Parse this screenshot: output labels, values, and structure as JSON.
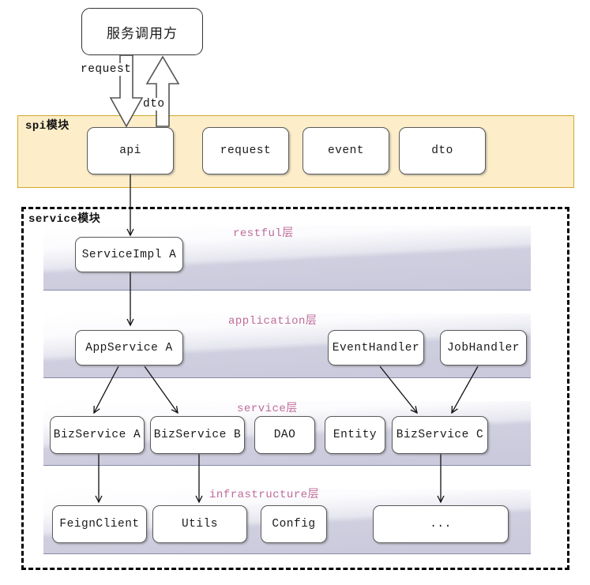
{
  "diagram": {
    "title": "服务调用方 / spi模块 / service模块 分层架构图",
    "accent_yellow": "#fdeec9",
    "accent_yellow_border": "#d3a72c",
    "band_color": "#cbcbdd",
    "layer_label_color": "#c06a9a"
  },
  "caller": {
    "label": "服务调用方"
  },
  "edges": {
    "request": "request",
    "dto": "dto"
  },
  "spi": {
    "title": "spi模块",
    "boxes": [
      {
        "label": "api"
      },
      {
        "label": "request"
      },
      {
        "label": "event"
      },
      {
        "label": "dto"
      }
    ]
  },
  "service": {
    "title": "service模块",
    "layers": [
      {
        "label": "restful层",
        "boxes": [
          {
            "label": "ServiceImpl A"
          }
        ]
      },
      {
        "label": "application层",
        "boxes": [
          {
            "label": "AppService A"
          },
          {
            "label": "EventHandler"
          },
          {
            "label": "JobHandler"
          }
        ]
      },
      {
        "label": "service层",
        "boxes": [
          {
            "label": "BizService A"
          },
          {
            "label": "BizService B"
          },
          {
            "label": "DAO"
          },
          {
            "label": "Entity"
          },
          {
            "label": "BizService C"
          }
        ]
      },
      {
        "label": "infrastructure层",
        "boxes": [
          {
            "label": "FeignClient"
          },
          {
            "label": "Utils"
          },
          {
            "label": "Config"
          },
          {
            "label": "..."
          }
        ]
      }
    ]
  }
}
